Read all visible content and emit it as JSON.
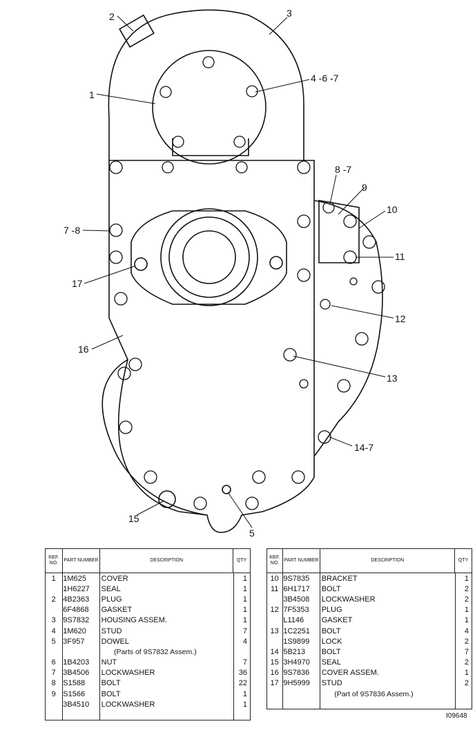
{
  "callouts": {
    "c1": "1",
    "c2": "2",
    "c3": "3",
    "c4": "4 -6 -7",
    "c5": "5",
    "c7": "7 -8",
    "c8": "8 -7",
    "c9": "9",
    "c10": "10",
    "c11": "11",
    "c12": "12",
    "c13": "13",
    "c14": "14-7",
    "c15": "15",
    "c16": "16",
    "c17": "17"
  },
  "table_headers": {
    "ref": "REF. NO.",
    "part": "PART NUMBER",
    "desc": "DESCRIPTION",
    "qty": "QTY"
  },
  "left_rows": [
    {
      "ref": "1",
      "part": "1M625",
      "desc": "COVER",
      "qty": "1"
    },
    {
      "ref": "",
      "part": "1H6227",
      "desc": "SEAL",
      "qty": "1"
    },
    {
      "ref": "2",
      "part": "4B2363",
      "desc": "PLUG",
      "qty": "1"
    },
    {
      "ref": "",
      "part": "6F4868",
      "desc": "GASKET",
      "qty": "1"
    },
    {
      "ref": "3",
      "part": "9S7832",
      "desc": "HOUSING ASSEM.",
      "qty": "1"
    },
    {
      "ref": "4",
      "part": "1M620",
      "desc": "STUD",
      "qty": "7"
    },
    {
      "ref": "5",
      "part": "3F957",
      "desc": "DOWEL",
      "qty": "4"
    },
    {
      "ref": "",
      "part": "",
      "desc": "(Parts of 9S7832 Assem.)",
      "qty": ""
    },
    {
      "ref": "6",
      "part": "1B4203",
      "desc": "NUT",
      "qty": "7"
    },
    {
      "ref": "7",
      "part": "3B4506",
      "desc": "LOCKWASHER",
      "qty": "36"
    },
    {
      "ref": "8",
      "part": "S1588",
      "desc": "BOLT",
      "qty": "22"
    },
    {
      "ref": "9",
      "part": "S1566",
      "desc": "BOLT",
      "qty": "1"
    },
    {
      "ref": "",
      "part": "3B4510",
      "desc": "LOCKWASHER",
      "qty": "1"
    }
  ],
  "right_rows": [
    {
      "ref": "10",
      "part": "9S7835",
      "desc": "BRACKET",
      "qty": "1"
    },
    {
      "ref": "11",
      "part": "6H1717",
      "desc": "BOLT",
      "qty": "2"
    },
    {
      "ref": "",
      "part": "3B4508",
      "desc": "LOCKWASHER",
      "qty": "2"
    },
    {
      "ref": "12",
      "part": "7F5353",
      "desc": "PLUG",
      "qty": "1"
    },
    {
      "ref": "",
      "part": "L1146",
      "desc": "GASKET",
      "qty": "1"
    },
    {
      "ref": "13",
      "part": "1C2251",
      "desc": "BOLT",
      "qty": "4"
    },
    {
      "ref": "",
      "part": "1S9899",
      "desc": "LOCK",
      "qty": "2"
    },
    {
      "ref": "14",
      "part": "5B213",
      "desc": "BOLT",
      "qty": "7"
    },
    {
      "ref": "15",
      "part": "3H4970",
      "desc": "SEAL",
      "qty": "2"
    },
    {
      "ref": "16",
      "part": "9S7836",
      "desc": "COVER ASSEM.",
      "qty": "1"
    },
    {
      "ref": "17",
      "part": "9H5999",
      "desc": "STUD",
      "qty": "2"
    },
    {
      "ref": "",
      "part": "",
      "desc": "(Part of 9S7836 Assem.)",
      "qty": ""
    }
  ],
  "figure_number": "I09648"
}
